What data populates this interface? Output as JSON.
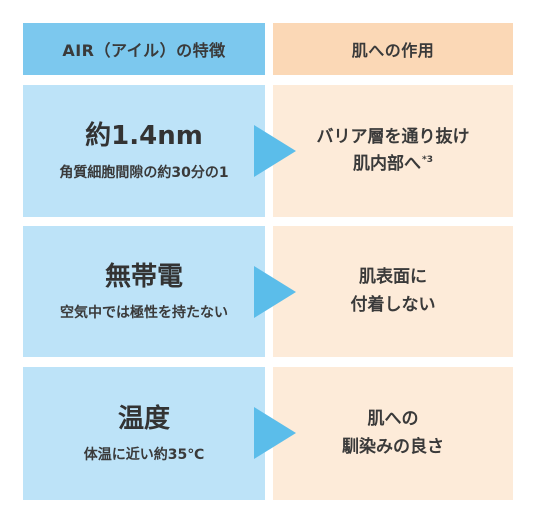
{
  "header": {
    "left": "AIR（アイル）の特徴",
    "right": "肌への作用"
  },
  "rows": [
    {
      "title": "約1.4nm",
      "subtitle": "角質細胞間隙の約30分の1",
      "effect_line1": "バリア層を通り抜け",
      "effect_line2": "肌内部へ",
      "effect_note": "*3"
    },
    {
      "title": "無帯電",
      "subtitle": "空気中では極性を持たない",
      "effect_line1": "肌表面に",
      "effect_line2": "付着しない"
    },
    {
      "title": "温度",
      "subtitle": "体温に近い約35℃",
      "effect_line1": "肌への",
      "effect_line2": "馴染みの良さ"
    }
  ],
  "colors": {
    "header_blue": "#7cc8ee",
    "header_orange": "#fbd8b6",
    "cell_blue": "#bde3f8",
    "cell_orange": "#fdebd9",
    "arrow": "#5bbdea"
  },
  "icons": [
    "arrow-right-icon"
  ]
}
